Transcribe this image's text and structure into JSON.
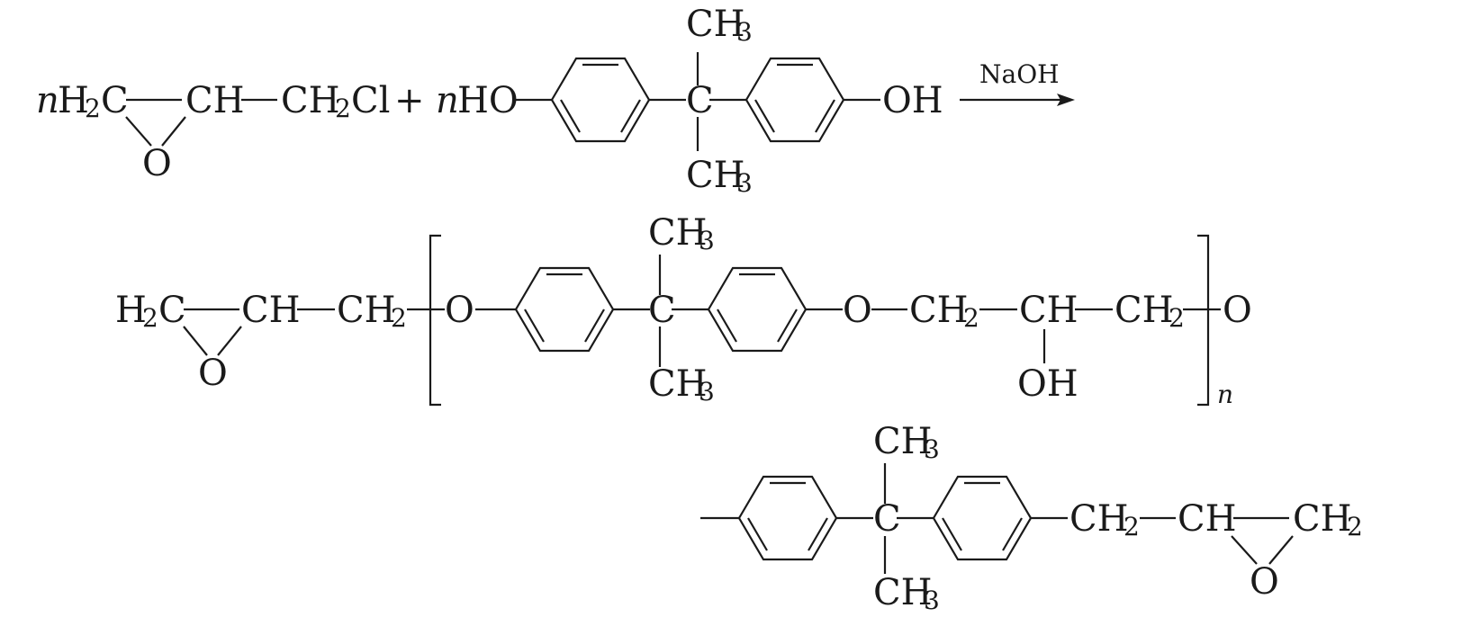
{
  "reaction": {
    "coefficient": "n",
    "reactant1": {
      "ring_left": "H",
      "ring_left_sub": "2",
      "ring_left_atom": "C",
      "ring_right": "CH",
      "ring_oxygen": "O",
      "chain": "CH",
      "chain_sub": "2",
      "chain_end": "Cl"
    },
    "plus": "+",
    "reactant2": {
      "hydroxyl_left": "HO",
      "hydroxyl_right": "OH",
      "center_carbon": "C",
      "methyl": "CH",
      "methyl_sub": "3"
    },
    "condition": "NaOH"
  },
  "product": {
    "epoxide_left": "H",
    "epoxide_left_sub": "2",
    "epoxide_left_atom": "C",
    "epoxide_ch": "CH",
    "epoxide_o": "O",
    "linker": "CH",
    "linker_sub": "2",
    "ether_o": "O",
    "center_carbon": "C",
    "methyl": "CH",
    "methyl_sub": "3",
    "glycerol_ch2": "CH",
    "glycerol_ch2_sub": "2",
    "glycerol_ch": "CH",
    "glycerol_oh": "OH",
    "repeat_subscript": "n",
    "end_group": {
      "center_carbon": "C",
      "methyl": "CH",
      "methyl_sub": "3",
      "ch2": "CH",
      "ch2_sub": "2",
      "ch": "CH",
      "o": "O"
    }
  }
}
